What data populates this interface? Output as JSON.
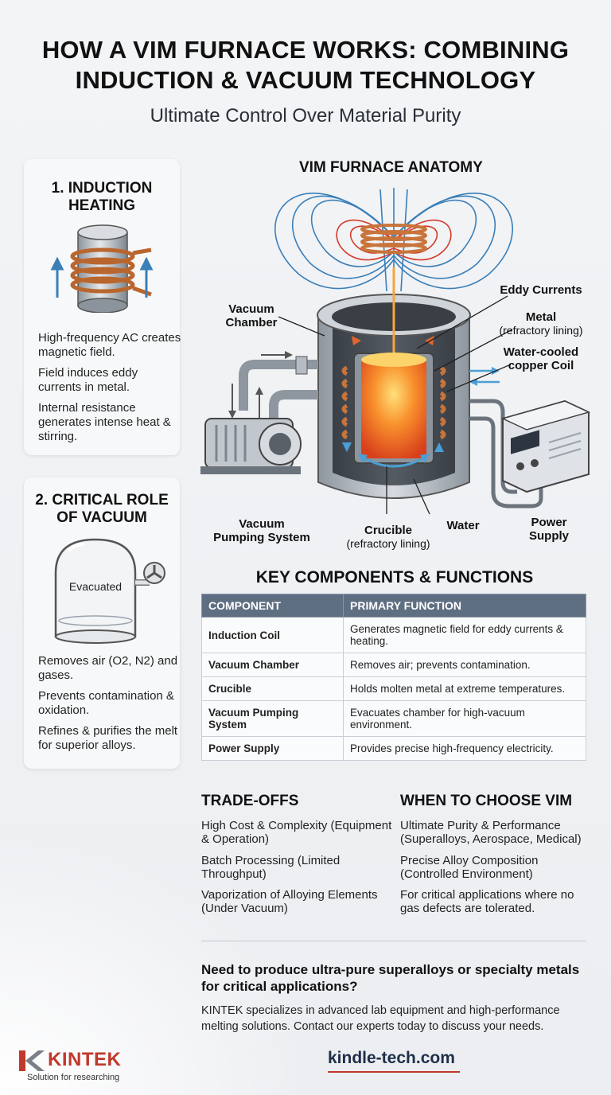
{
  "header": {
    "title": "HOW A VIM FURNACE WORKS: COMBINING INDUCTION & VACUUM TECHNOLOGY",
    "subtitle": "Ultimate Control Over Material Purity"
  },
  "induction": {
    "title": "1. INDUCTION HEATING",
    "points": [
      "High-frequency AC creates magnetic field.",
      "Field induces eddy currents in metal.",
      "Internal resistance generates intense heat & stirring."
    ]
  },
  "vacuum": {
    "title": "2. CRITICAL ROLE OF VACUUM",
    "vessel_label": "Evacuated",
    "points": [
      "Removes air (O2, N2) and gases.",
      "Prevents contamination & oxidation.",
      "Refines & purifies the melt for superior alloys."
    ]
  },
  "anatomy": {
    "title": "VIM FURNACE ANATOMY",
    "labels": {
      "vacuum_chamber": "Vacuum Chamber",
      "eddy_currents": "Eddy Currents",
      "metal": "Metal",
      "metal_note": "(refractory lining)",
      "coil": "Water-cooled copper Coil",
      "pumping": "Vacuum Pumping System",
      "crucible": "Crucible",
      "crucible_note": "(refractory lining)",
      "water": "Water",
      "power": "Power Supply"
    }
  },
  "components": {
    "title": "KEY COMPONENTS & FUNCTIONS",
    "headers": [
      "COMPONENT",
      "PRIMARY FUNCTION"
    ],
    "rows": [
      [
        "Induction Coil",
        "Generates magnetic field for eddy currents & heating."
      ],
      [
        "Vacuum Chamber",
        "Removes air; prevents contamination."
      ],
      [
        "Crucible",
        "Holds molten metal at extreme temperatures."
      ],
      [
        "Vacuum Pumping System",
        "Evacuates chamber for high-vacuum environment."
      ],
      [
        "Power Supply",
        "Provides precise high-frequency electricity."
      ]
    ]
  },
  "tradeoffs": {
    "title": "TRADE-OFFS",
    "items": [
      "High Cost & Complexity (Equipment & Operation)",
      "Batch Processing (Limited Throughput)",
      "Vaporization of Alloying Elements (Under Vacuum)"
    ]
  },
  "when": {
    "title": "WHEN TO CHOOSE VIM",
    "items": [
      "Ultimate Purity & Performance (Superalloys, Aerospace, Medical)",
      "Precise Alloy Composition (Controlled Environment)",
      "For critical applications where no gas defects are tolerated."
    ]
  },
  "cta": {
    "title": "Need to produce ultra-pure superalloys or specialty metals for critical applications?",
    "text": "KINTEK specializes in advanced lab equipment and high-performance melting solutions. Contact our experts today to discuss your needs."
  },
  "footer": {
    "brand": "KINTEK",
    "tagline": "Solution for researching",
    "website": "kindle-tech.com"
  },
  "colors": {
    "copper": "#c8743a",
    "steel": "#9aa3ad",
    "melt": "#f0641e",
    "field_blue": "#3a7fb8",
    "field_red": "#d63a2a",
    "table_header": "#5f6f82",
    "brand_red": "#c0392b"
  }
}
